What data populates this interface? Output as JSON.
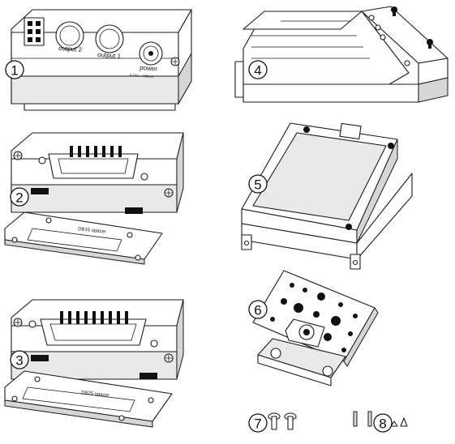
{
  "badges": [
    "1",
    "2",
    "3",
    "4",
    "5",
    "6",
    "7",
    "8"
  ],
  "module1": {
    "output2": "output 2",
    "output1": "output 1",
    "power": "power",
    "rating": "6-18V ... 500mA"
  },
  "spacers": {
    "db15": "DB15 spacer",
    "db25": "DB25 spacer"
  },
  "colors": {
    "line": "#1a1a1a",
    "fill": "#ffffff",
    "shade": "#e9e9e9",
    "black": "#111111"
  }
}
